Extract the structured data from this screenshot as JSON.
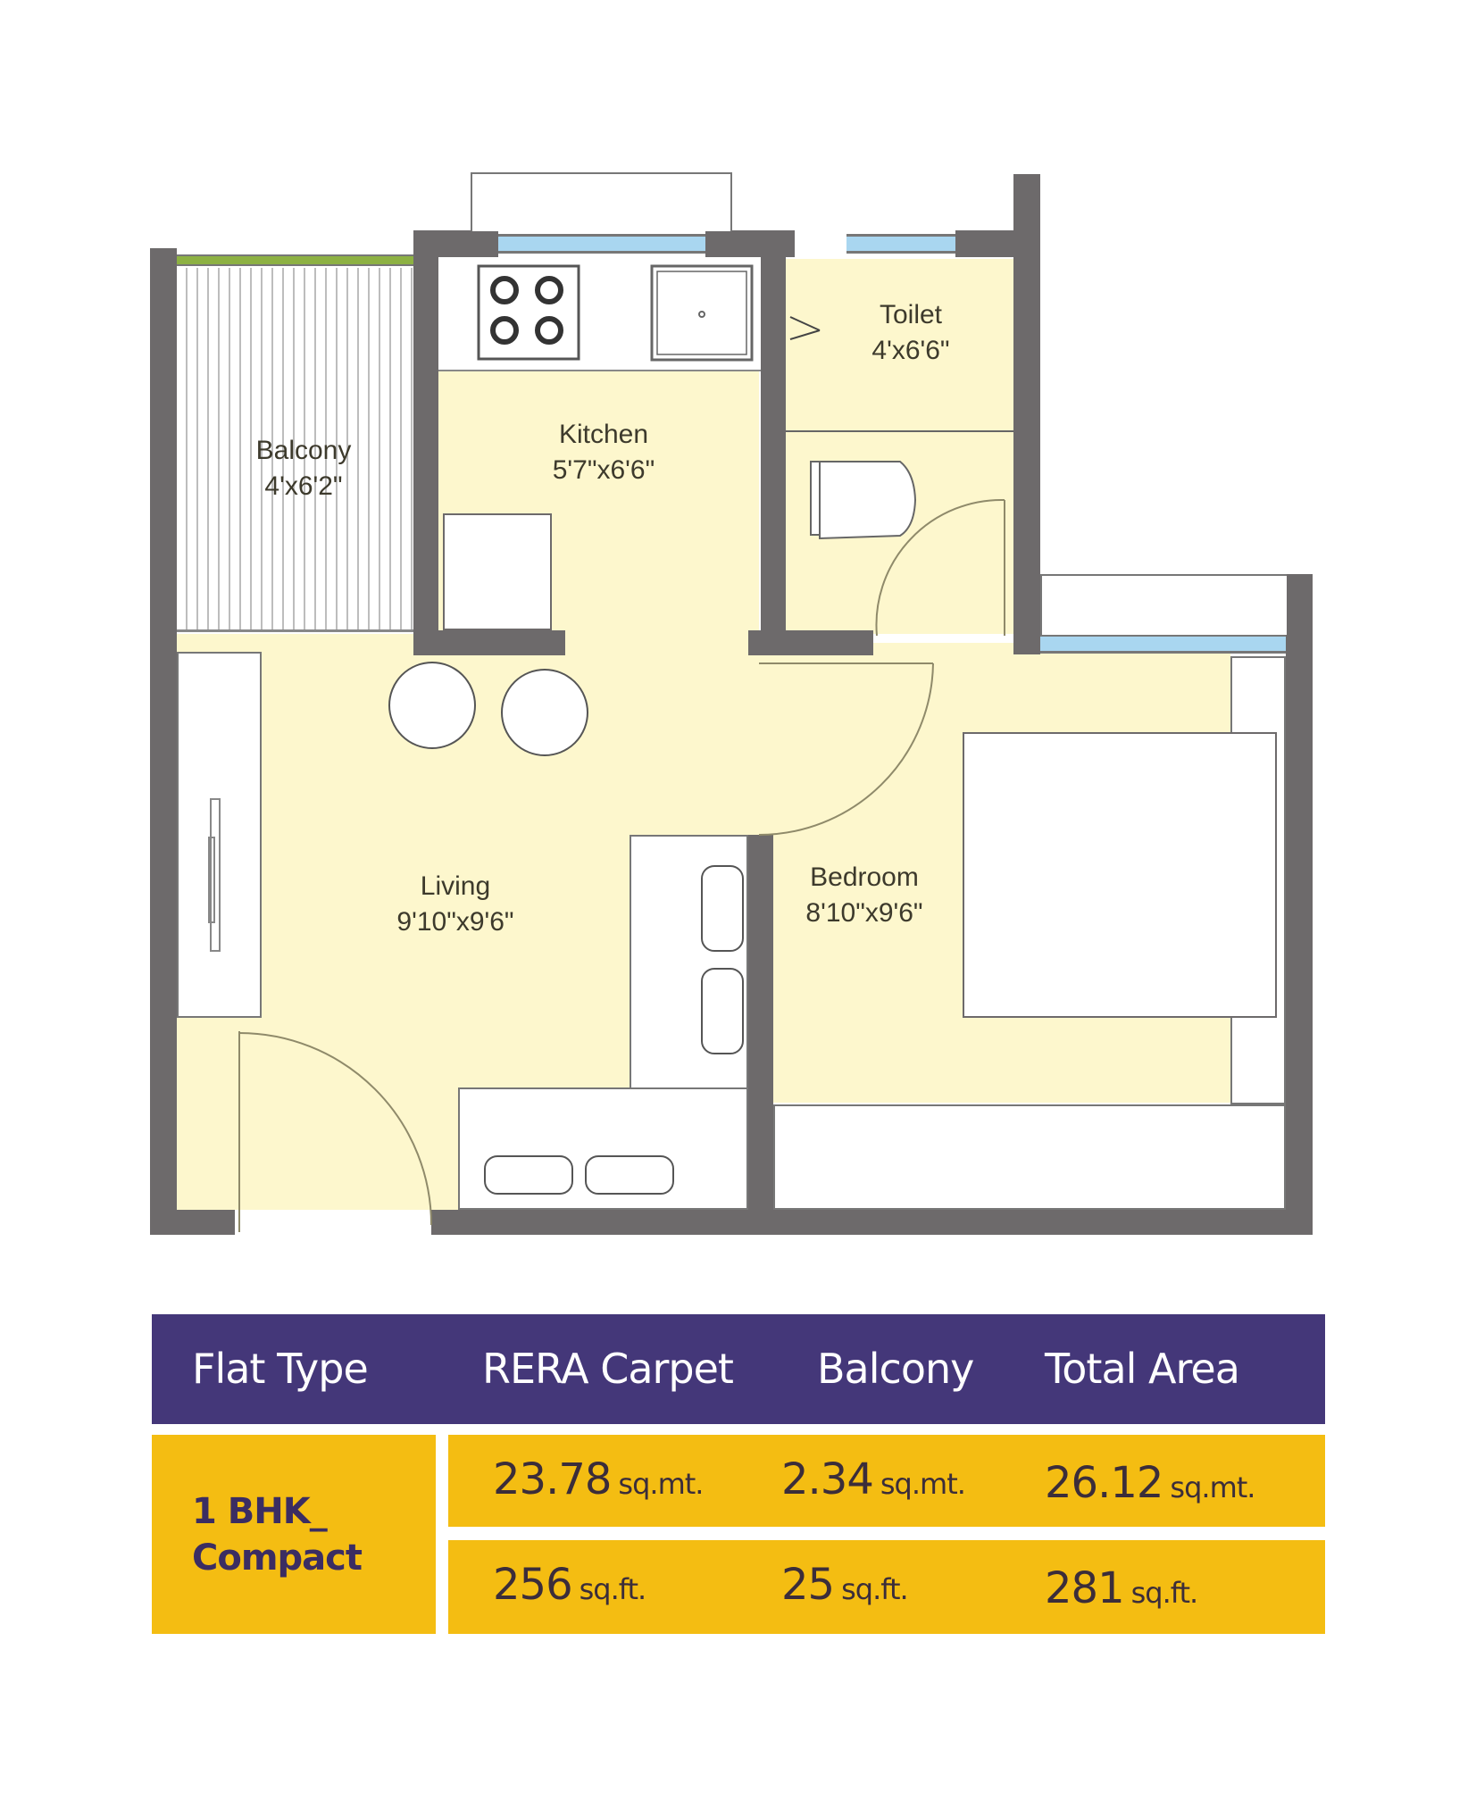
{
  "floor_plan": {
    "rooms": [
      {
        "id": "balcony",
        "name": "Balcony",
        "dimensions": "4'x6'2\""
      },
      {
        "id": "kitchen",
        "name": "Kitchen",
        "dimensions": "5'7\"x6'6\""
      },
      {
        "id": "toilet",
        "name": "Toilet",
        "dimensions": "4'x6'6\""
      },
      {
        "id": "living",
        "name": "Living",
        "dimensions": "9'10\"x9'6\""
      },
      {
        "id": "bedroom",
        "name": "Bedroom",
        "dimensions": "8'10\"x9'6\""
      }
    ],
    "colors": {
      "wall": "#6d6a6b",
      "floor": "#fdf7cd",
      "window": "#a9d6f0",
      "balcony_rail": "#8db143"
    }
  },
  "area_table": {
    "headers": [
      "Flat Type",
      "RERA Carpet",
      "Balcony",
      "Total Area"
    ],
    "flat_type": "1 BHK_ Compact",
    "flat_type_line1": "1 BHK_",
    "flat_type_line2": "Compact",
    "rows": [
      {
        "rera_carpet": "23.78",
        "rera_unit": "sq.mt.",
        "balcony": "2.34",
        "balcony_unit": "sq.mt.",
        "total": "26.12",
        "total_unit": "sq.mt."
      },
      {
        "rera_carpet": "256",
        "rera_unit": "sq.ft.",
        "balcony": "25",
        "balcony_unit": "sq.ft.",
        "total": "281",
        "total_unit": "sq.ft."
      }
    ],
    "colors": {
      "header_bg": "#443779",
      "header_text": "#ffffff",
      "cell_bg": "#f4bd12",
      "cell_text": "#3b2d62"
    }
  }
}
